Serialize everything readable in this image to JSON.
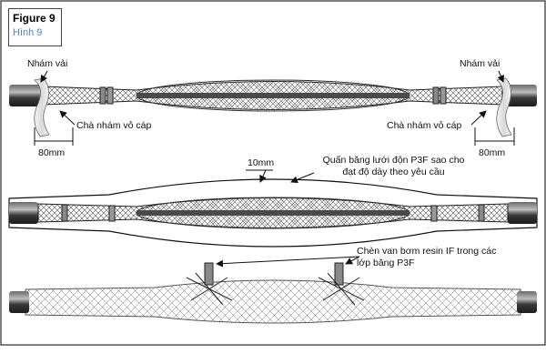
{
  "figure": {
    "title": "Figure 9",
    "subtitle": "Hình 9"
  },
  "labels": {
    "sandcloth_left": "Nhám vải",
    "sandcloth_right": "Nhám vải",
    "sand_jacket_left": "Chà nhám vỏ cáp",
    "sand_jacket_right": "Chà nhám vỏ cáp",
    "dim_left": "80mm",
    "dim_right": "80mm",
    "dim_10mm": "10mm",
    "wrap_note_line1": "Quấn băng lưới độn P3F sao cho",
    "wrap_note_line2": "đạt độ dày theo yêu cầu",
    "valve_note_line1": "Chèn van bơm resin IF trong các",
    "valve_note_line2": "lớp băng P3F"
  },
  "colors": {
    "frame": "#555555",
    "accent_blue": "#4a86c8",
    "cable": "#3a3a3a"
  }
}
